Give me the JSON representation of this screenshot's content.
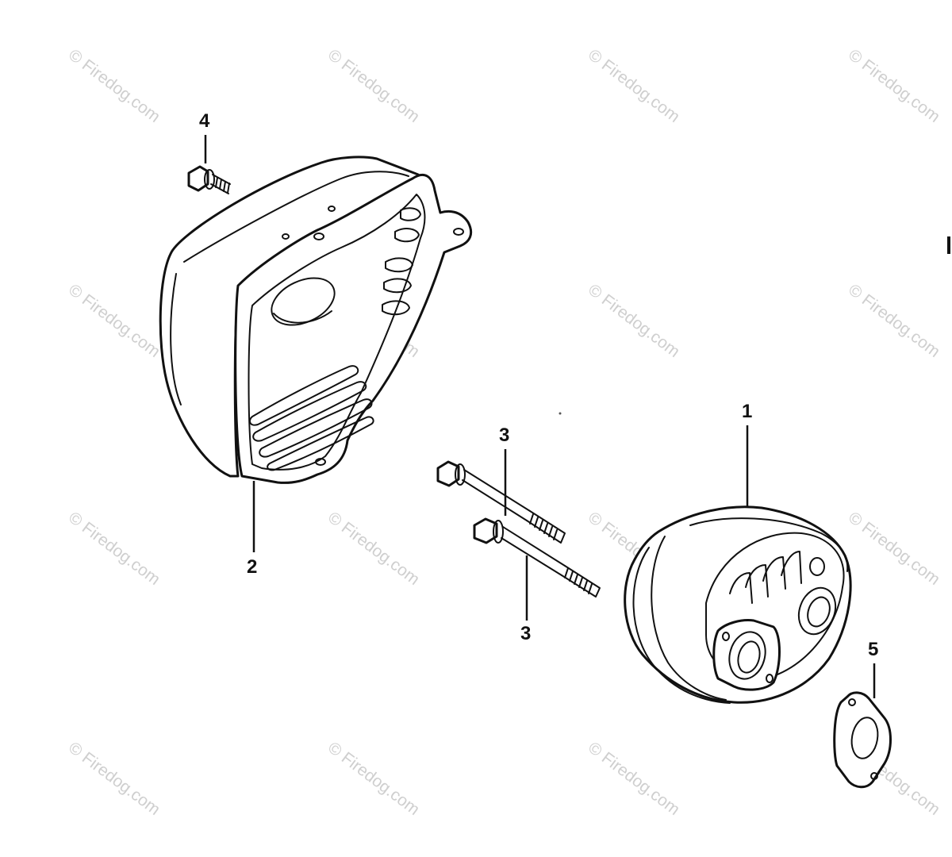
{
  "watermark": {
    "text": "© Firedog.com",
    "color": "#cfcfcf"
  },
  "callouts": [
    {
      "id": "c1",
      "label": "1"
    },
    {
      "id": "c2",
      "label": "2"
    },
    {
      "id": "c3a",
      "label": "3"
    },
    {
      "id": "c3b",
      "label": "3"
    },
    {
      "id": "c4",
      "label": "4"
    },
    {
      "id": "c5",
      "label": "5"
    }
  ],
  "colors": {
    "line": "#111111",
    "background": "#ffffff"
  }
}
